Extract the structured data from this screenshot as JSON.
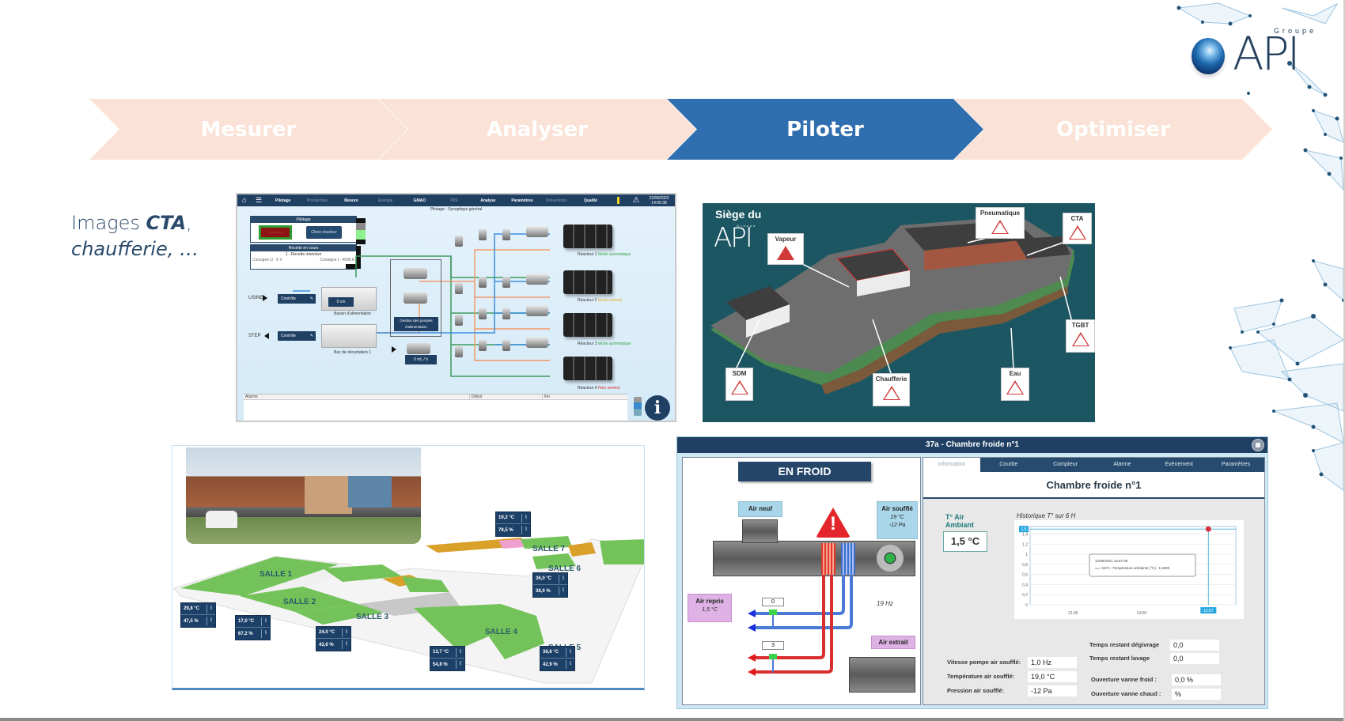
{
  "slide": {
    "logo": {
      "groupe": "Groupe",
      "name": "API"
    },
    "process_steps": [
      {
        "label": "Mesurer",
        "active": false
      },
      {
        "label": "Analyser",
        "active": false
      },
      {
        "label": "Piloter",
        "active": true
      },
      {
        "label": "Optimiser",
        "active": false
      }
    ],
    "colors": {
      "active_step": "#2f6fb0",
      "inactive_step": "#fae3d6",
      "navy": "#1f3f63"
    },
    "caption": {
      "line1_prefix": "Images ",
      "line1_bold": "CTA",
      "line1_suffix": ",",
      "line2": "chaufferie, …"
    }
  },
  "synoptique": {
    "nav": [
      "Pilotage",
      "Production",
      "Mesure",
      "Énergie",
      "GMAO",
      "TRS",
      "Analyse",
      "Paramètres",
      "Prévention",
      "Qualité"
    ],
    "nav_dim": [
      false,
      true,
      false,
      true,
      false,
      true,
      false,
      false,
      true,
      false
    ],
    "datetime": [
      "22/09/2022",
      "14:09:38"
    ],
    "subtitle": "Pilotage - Synoptique général",
    "pilotage_panel": {
      "title": "Pilotage",
      "stop_button": "Paramètres",
      "choose_button": "Choix réacteur"
    },
    "recipe_panel": {
      "title": "Recette en cours",
      "recipe": "1 - Recette intensive",
      "consigne_u": "Consigne U : 6 V",
      "consigne_i": "Consigne I : 4000 A"
    },
    "inputs": [
      {
        "label": "USINE",
        "control": "Contrôle"
      },
      {
        "label": "STEP",
        "control": "Contrôle"
      }
    ],
    "tanks": [
      {
        "name": "Bassin d'alimentation",
        "value": "0 cm"
      },
      {
        "name": "Bac de décantation 1"
      }
    ],
    "pump_group": "Gestion des pompes d'alimentation",
    "dosing_value": "0 mL / h",
    "reactors": [
      {
        "name": "Réacteur 1",
        "status": "Mode automatique",
        "color": "#3aa64a"
      },
      {
        "name": "Réacteur 2",
        "status": "Mode manuel",
        "color": "#e6a82a"
      },
      {
        "name": "Réacteur 3",
        "status": "Mode automatique",
        "color": "#3aa64a"
      },
      {
        "name": "Réacteur 4",
        "status": "Hors service",
        "color": "#e0262b"
      }
    ],
    "alarm_columns": [
      "Alarme",
      "Début",
      "Fin"
    ],
    "info_button": "i"
  },
  "site": {
    "title": "Siège du",
    "brand_groupe": "Groupe",
    "brand": "API",
    "zones": [
      {
        "name": "Vapeur",
        "alarm": true
      },
      {
        "name": "Pneumatique",
        "alarm": false
      },
      {
        "name": "CTA",
        "alarm": false
      },
      {
        "name": "TGBT",
        "alarm": false
      },
      {
        "name": "SDM",
        "alarm": false
      },
      {
        "name": "Chaufferie",
        "alarm": false
      },
      {
        "name": "Eau",
        "alarm": false
      }
    ]
  },
  "floor": {
    "rooms": [
      "SALLE 1",
      "SALLE 2",
      "SALLE 3",
      "SALLE 4",
      "SALLE 5",
      "SALLE 6",
      "SALLE 7"
    ],
    "sensors": [
      {
        "temp": "29,8 °C",
        "hum": "47,5 %"
      },
      {
        "temp": "17,0 °C",
        "hum": "67,2 %"
      },
      {
        "temp": "24,0 °C",
        "hum": "43,6 %"
      },
      {
        "temp": "13,7 °C",
        "hum": "54,8 %"
      },
      {
        "temp": "36,6 °C",
        "hum": "42,9 %"
      },
      {
        "temp": "36,0 °C",
        "hum": "38,0 %"
      },
      {
        "temp": "19,2 °C",
        "hum": "78,5 %"
      }
    ],
    "trend_icon": "trend-chart-icon"
  },
  "chambre": {
    "window_title": "37a - Chambre froide n°1",
    "mode": "EN FROID",
    "labels": {
      "air_neuf": "Air neuf",
      "air_souffle": "Air soufflé",
      "air_souffle_temp": "19 °C",
      "air_souffle_press": "-12 Pa",
      "air_repris": "Air repris",
      "air_repris_temp": "1,5 °C",
      "air_extrait": "Air extrait",
      "fan_freq": "19 Hz",
      "valve_cold": "0",
      "valve_hot": "3"
    },
    "tabs": [
      {
        "label": "Information",
        "active": true
      },
      {
        "label": "Courbe",
        "active": false
      },
      {
        "label": "Compteur",
        "active": false
      },
      {
        "label": "Alarme",
        "active": false
      },
      {
        "label": "Evènement",
        "active": false
      },
      {
        "label": "Paramètres",
        "active": false
      }
    ],
    "panel_title": "Chambre froide n°1",
    "t_air_label_1": "T° Air",
    "t_air_label_2": "Ambiant",
    "t_air_value": "1,5 °C",
    "history_title": "Historique T° sur 6 H",
    "params_left": [
      {
        "label": "Vitesse pompe air soufflé:",
        "value": "1,0 Hz"
      },
      {
        "label": "Température air soufflé:",
        "value": "19,0 °C"
      },
      {
        "label": "Pression air soufflé:",
        "value": "-12 Pa"
      }
    ],
    "params_right": [
      {
        "label": "Temps restant dégivrage",
        "value": "0,0"
      },
      {
        "label": "Temps restant lavage",
        "value": "0,0"
      },
      {
        "label": "Ouverture vanne froid :",
        "value": "0,0 %"
      },
      {
        "label": "Ouverture vanne chaud :",
        "value": "%"
      }
    ]
  },
  "chart_data": {
    "type": "line",
    "title": "Historique T° sur 6 H",
    "xlabel": "",
    "ylabel": "",
    "x_ticks": [
      "12:00",
      "14:00",
      "15:57"
    ],
    "y_ticks": [
      "0",
      "0,2",
      "0,4",
      "0,6",
      "0,8",
      "1",
      "1,2",
      "1,4",
      "1,5"
    ],
    "ylim": [
      0,
      1.55
    ],
    "xlim_hours": [
      10.75,
      16.75
    ],
    "series": [
      {
        "name": "S37A : Température ambiante (°C)",
        "x_hours": [
          10.75,
          12.0,
          14.0,
          15.95,
          16.75
        ],
        "values": [
          1.5,
          1.5,
          1.5,
          1.5,
          1.5
        ],
        "color": "#5bb8de"
      }
    ],
    "cursor": {
      "x_label": "15:57",
      "y_label": "1,5",
      "x_hours": 15.95,
      "value": 1.5
    },
    "tooltip": {
      "date": "12/05/2021 15:57:08",
      "text": "S37A : Température ambiante (°C) : 1,5000"
    },
    "grid": true,
    "legend": "none"
  }
}
